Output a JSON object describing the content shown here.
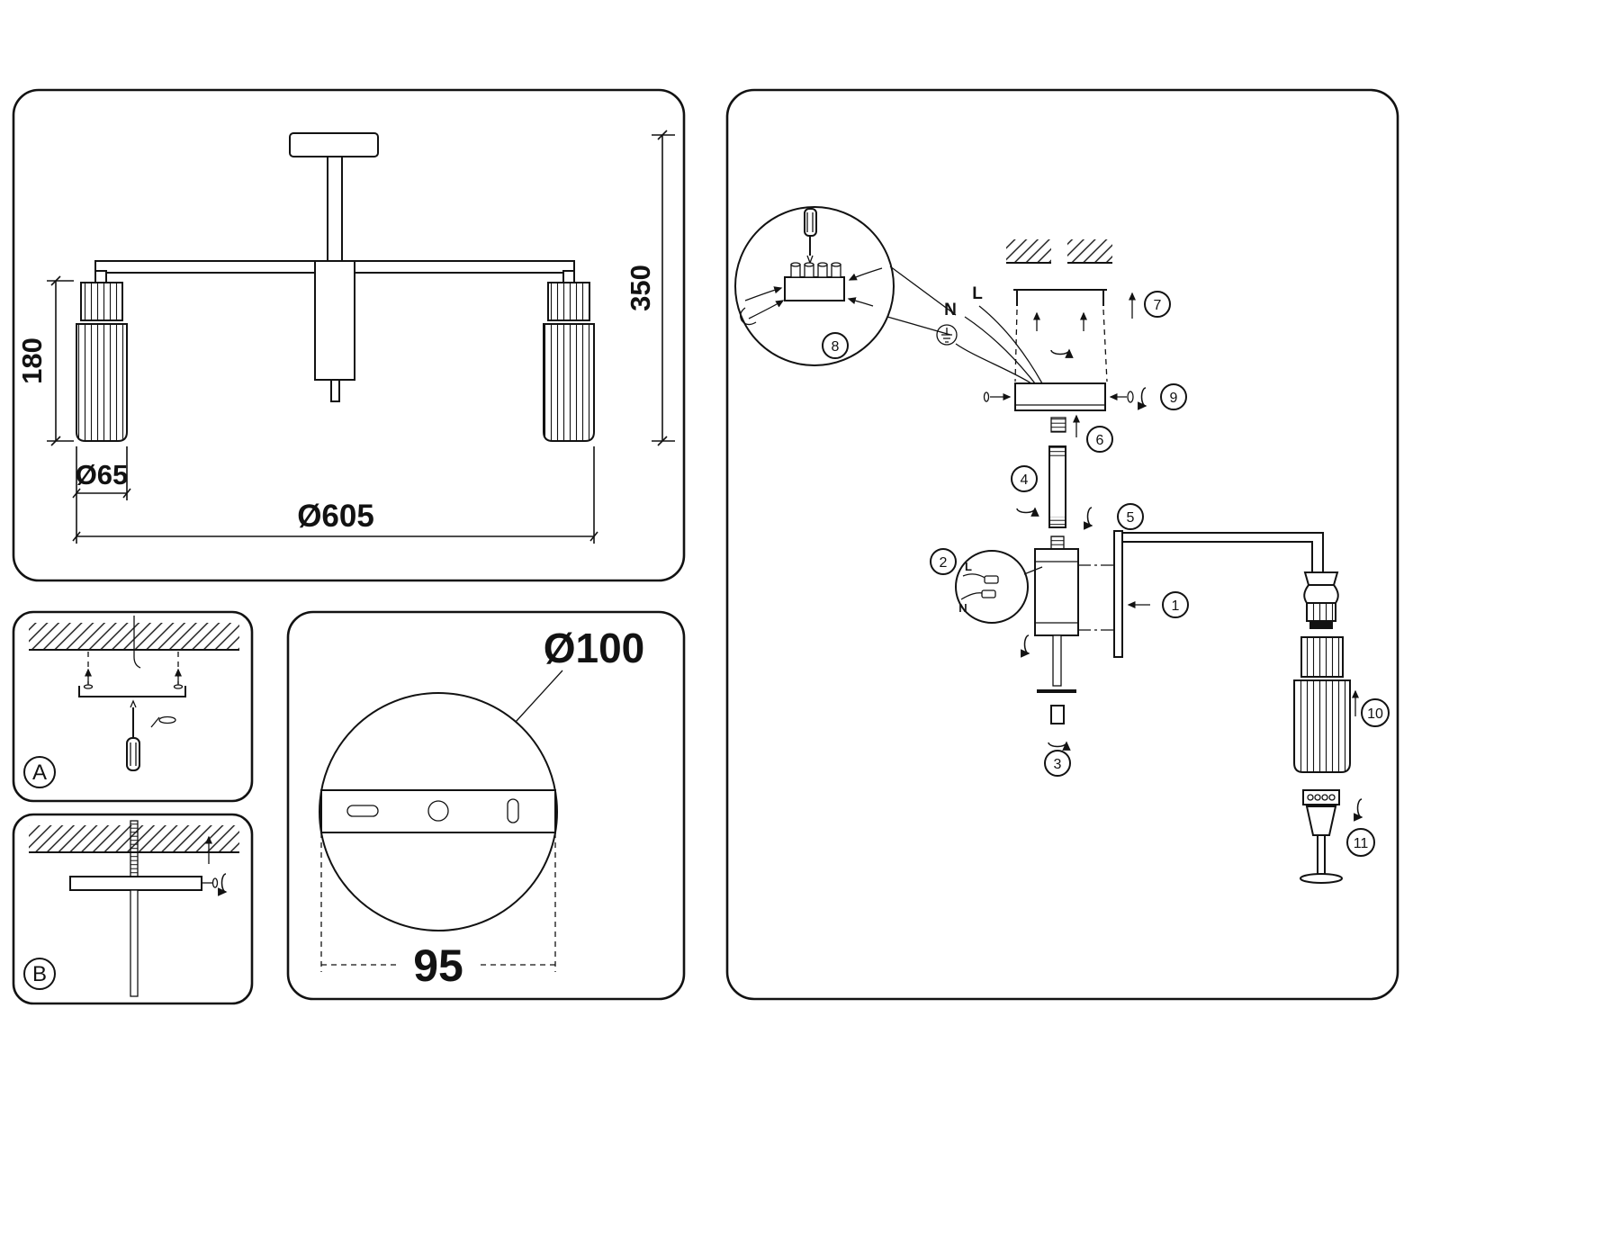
{
  "overview": {
    "shade_height": "180",
    "shade_diameter": "Ø65",
    "fixture_diameter": "Ø605",
    "fixture_height": "350"
  },
  "canopy_detail": {
    "diameter": "Ø100",
    "hole_spacing": "95"
  },
  "insets": {
    "a": "A",
    "b": "B"
  },
  "wiring": {
    "neutral": "N",
    "live": "L"
  },
  "wiring_detail": {
    "live": "L",
    "neutral": "N"
  },
  "steps": [
    "1",
    "2",
    "3",
    "4",
    "5",
    "6",
    "7",
    "8",
    "9",
    "10",
    "11"
  ]
}
